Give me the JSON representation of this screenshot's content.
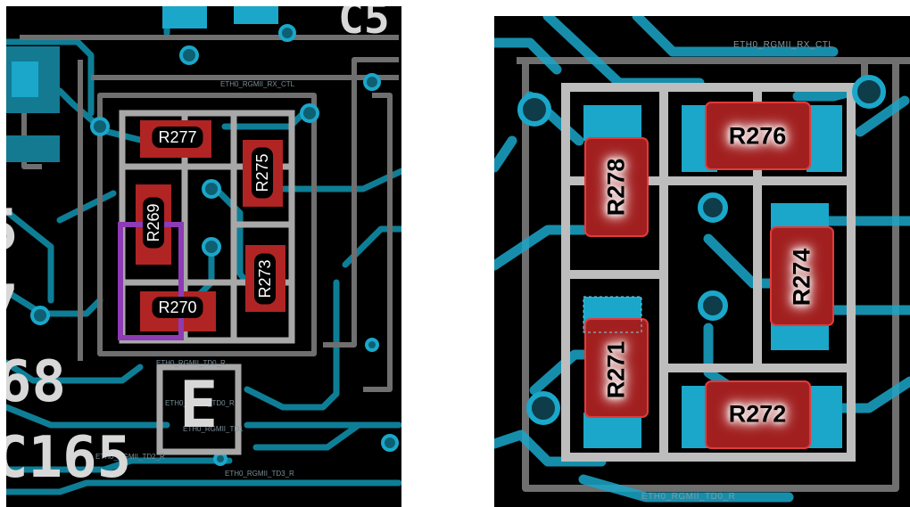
{
  "left_view": {
    "designators": [
      "R277",
      "R275",
      "R269",
      "R273",
      "R270"
    ],
    "net_labels": [
      "ETH0_RGMII_RX_CTL",
      "ETH0_RGMII_TD0_R",
      "ETH0_RGMII_TD0_R",
      "ETH0_RGMII_TD1",
      "ETH0_RGMII_TD2_R",
      "ETH0_RGMII_TD3_R"
    ],
    "silkscreen": {
      "marker": "E",
      "part_ref": "C165",
      "frag_68": "68",
      "frag_5": "5",
      "frag_7": "7",
      "frag_c5": "C5"
    }
  },
  "right_view": {
    "designators": [
      "R278",
      "R276",
      "R274",
      "R271",
      "R272"
    ],
    "net_labels": [
      "ETH0_RGMII_RX_CTL",
      "ETH0_RGMII_TD0_R"
    ]
  },
  "colors": {
    "board": "#000000",
    "copper": "#1aa7c9",
    "trace": "#0e7e96",
    "silk": "#9a9a9a",
    "highlight": "#c0392b",
    "select": "#8e3bb5"
  }
}
